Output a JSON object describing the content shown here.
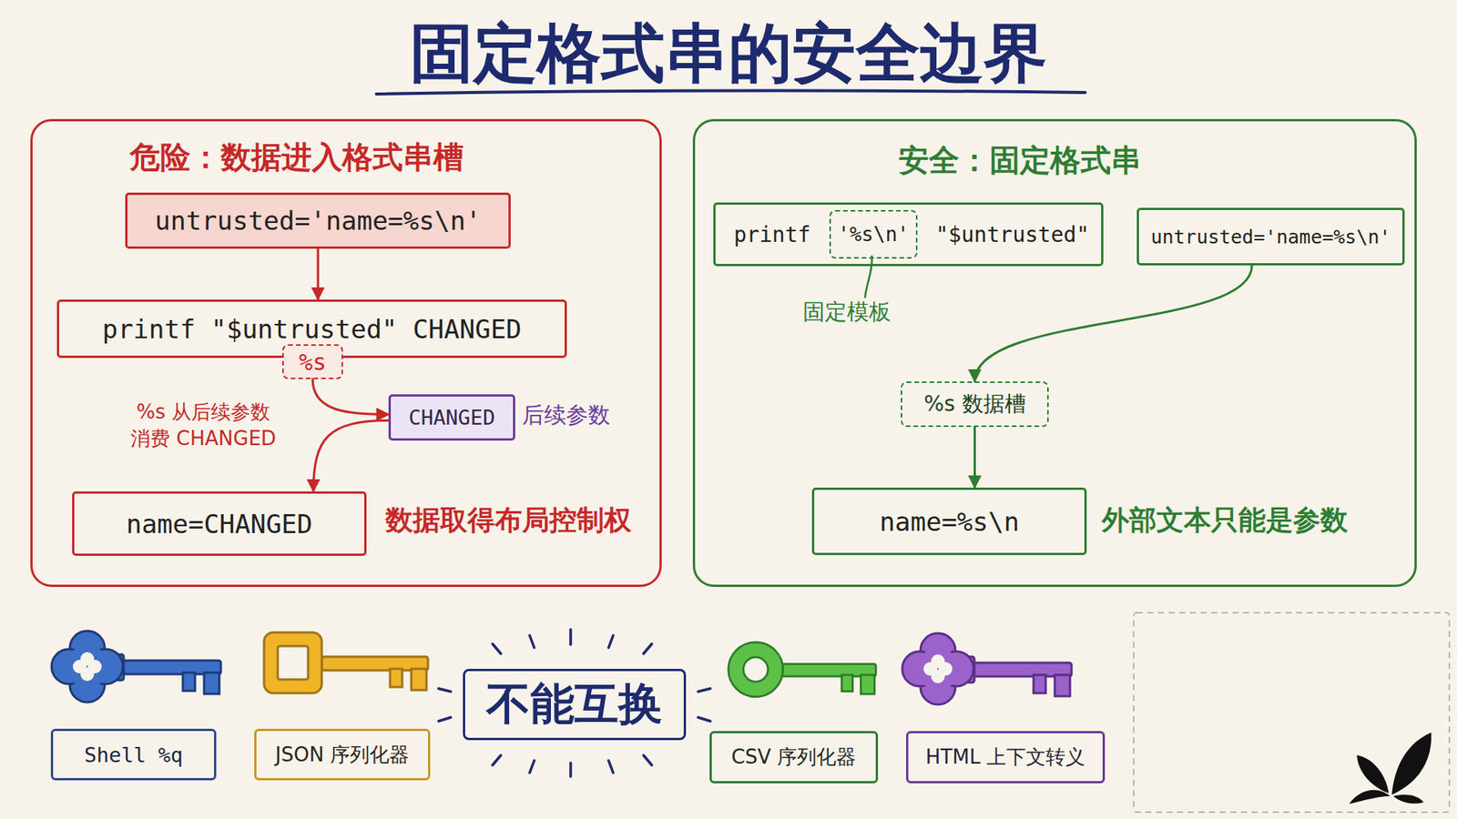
{
  "diagram": {
    "title": "固定格式串的安全边界",
    "nodes": [
      {
        "text": [
          "危险：数据进入格式串槽"
        ]
      },
      {
        "text": [
          "untrusted='name=%s\\n'"
        ],
        "in": 0
      },
      {
        "text": [
          "printf \"$untrusted\" CHANGED"
        ],
        "in": 0
      },
      {
        "text": [
          "%s"
        ],
        "in": 0
      },
      {
        "text": [
          "CHANGED"
        ],
        "in": 0
      },
      {
        "text": [
          "name=CHANGED"
        ],
        "in": 0
      },
      {
        "text": [
          "安全：固定格式串"
        ]
      },
      {
        "text": [
          "printf",
          "\"$untrusted\""
        ],
        "in": 6
      },
      {
        "text": [
          "'%s\\n'"
        ],
        "in": 7
      },
      {
        "text": [
          "untrusted='name=%s\\n'"
        ],
        "in": 6
      },
      {
        "text": [
          "%s 数据槽"
        ],
        "in": 6
      },
      {
        "text": [
          "name=%s\\n"
        ],
        "in": 6
      },
      {
        "text": [
          "Shell %q"
        ]
      },
      {
        "text": [
          "JSON 序列化器"
        ]
      },
      {
        "text": [
          "不能互换"
        ]
      },
      {
        "text": [
          "CSV 序列化器"
        ]
      },
      {
        "text": [
          "HTML 上下文转义"
        ]
      }
    ],
    "edges": [
      {
        "from": 1,
        "to": 2,
        "arrow": "to"
      },
      {
        "from": 3,
        "to": 4,
        "arrow": "to"
      },
      {
        "from": 4,
        "to": 5,
        "arrow": "to"
      },
      {
        "from": 9,
        "to": 10,
        "arrow": "to"
      },
      {
        "from": 10,
        "to": 11,
        "arrow": "to"
      }
    ],
    "labels": [
      "%s 从后续参数 消费 CHANGED",
      "后续参数",
      "数据取得布局控制权",
      "固定模板",
      "外部文本只能是参数"
    ]
  }
}
